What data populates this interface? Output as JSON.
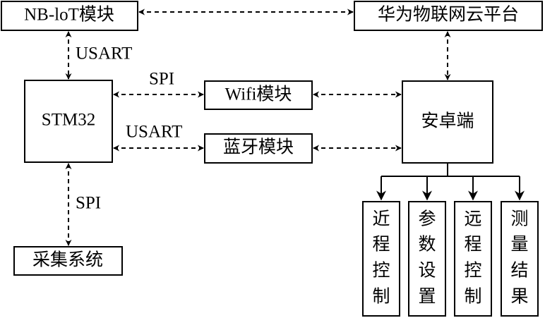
{
  "nodes": {
    "nbiot": "NB-loT模块",
    "huawei_cloud": "华为物联网云平台",
    "stm32": "STM32",
    "wifi": "Wifi模块",
    "bluetooth": "蓝牙模块",
    "android": "安卓端",
    "acquisition": "采集系统"
  },
  "edge_labels": {
    "nbiot_stm32": "USART",
    "stm32_wifi": "SPI",
    "stm32_bluetooth": "USART",
    "stm32_acquisition": "SPI"
  },
  "android_functions": [
    {
      "chars": [
        "近",
        "程",
        "控",
        "制"
      ]
    },
    {
      "chars": [
        "参",
        "数",
        "设",
        "置"
      ]
    },
    {
      "chars": [
        "远",
        "程",
        "控",
        "制"
      ]
    },
    {
      "chars": [
        "测",
        "量",
        "结",
        "果"
      ]
    }
  ]
}
